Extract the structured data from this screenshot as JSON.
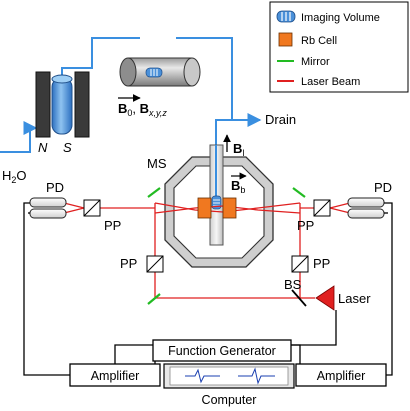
{
  "legend": {
    "imaging_volume": "Imaging Volume",
    "rb_cell": "Rb Cell",
    "mirror": "Mirror",
    "laser_beam": "Laser Beam"
  },
  "labels": {
    "b0_main": "B",
    "b0_sub": "0",
    "b0_sep": ", ",
    "bxyz_main": "B",
    "bxyz_sub": "x,y,z",
    "drain": "Drain",
    "bl_main": "B",
    "bl_sub": "l",
    "bb_main": "B",
    "bb_sub": "b",
    "ms": "MS",
    "magnet_n": "N",
    "magnet_s": "S",
    "h2o_main": "H",
    "h2o_sub": "2",
    "h2o_tail": "O",
    "pd_left": "PD",
    "pd_right": "PD",
    "pp_upper_left": "PP",
    "pp_upper_right": "PP",
    "pp_lower_left": "PP",
    "pp_lower_right": "PP",
    "bs": "BS",
    "laser": "Laser",
    "function_generator": "Function Generator",
    "amplifier_left": "Amplifier",
    "amplifier_right": "Amplifier",
    "computer": "Computer"
  },
  "colors": {
    "water_line": "#3a8fe0",
    "laser": "#e02020",
    "mirror": "#22bb22",
    "rb_cell": "#f07820",
    "magnet_blue": "#4a90d9",
    "dark_gray": "#444444"
  }
}
